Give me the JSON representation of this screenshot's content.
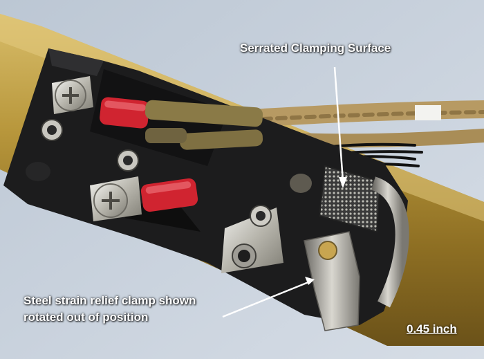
{
  "annotations": {
    "serrated": "Serrated Clamping Surface",
    "clamp_line1": "Steel strain relief clamp shown",
    "clamp_line2": "rotated out of position",
    "scale": "0.45 inch"
  },
  "colors": {
    "background": "#c9d3df",
    "brass_tube": "#b8973c",
    "housing": "#1b1b1c",
    "terminal_red": "#d02430",
    "label_text": "#ffffff"
  }
}
